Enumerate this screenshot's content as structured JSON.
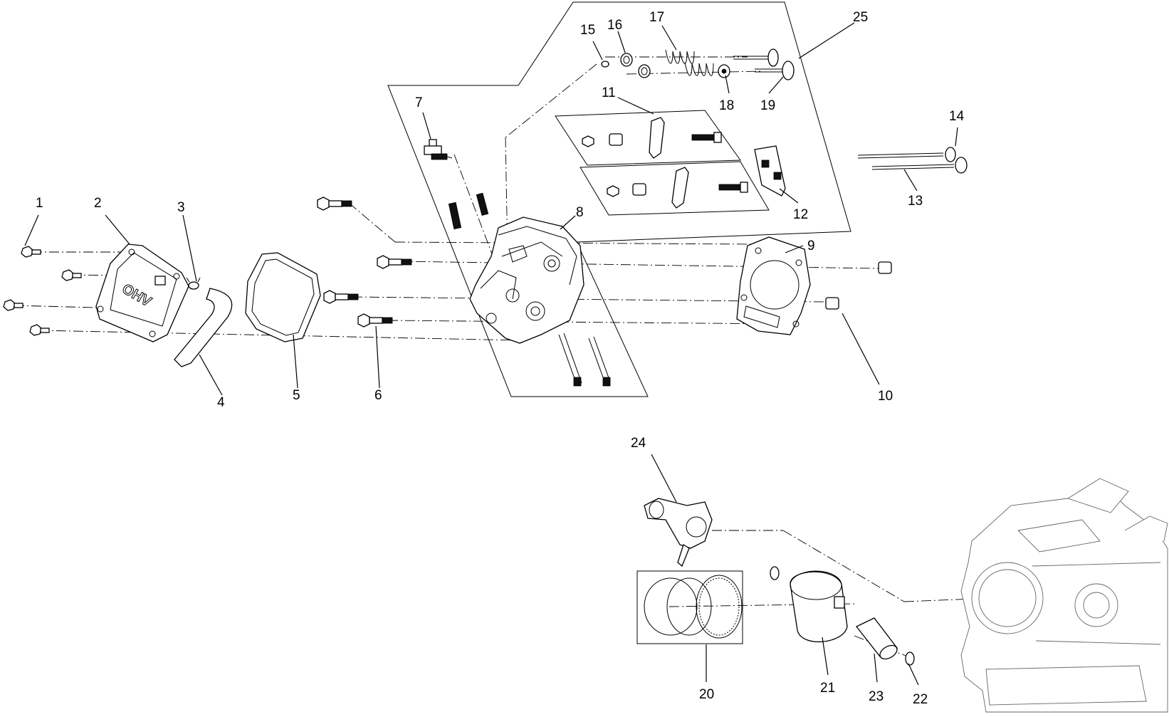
{
  "callouts": [
    {
      "id": "c1",
      "label": "1"
    },
    {
      "id": "c2",
      "label": "2"
    },
    {
      "id": "c3",
      "label": "3"
    },
    {
      "id": "c4",
      "label": "4"
    },
    {
      "id": "c5",
      "label": "5"
    },
    {
      "id": "c6",
      "label": "6"
    },
    {
      "id": "c7",
      "label": "7"
    },
    {
      "id": "c8",
      "label": "8"
    },
    {
      "id": "c9",
      "label": "9"
    },
    {
      "id": "c10",
      "label": "10"
    },
    {
      "id": "c11",
      "label": "11"
    },
    {
      "id": "c12",
      "label": "12"
    },
    {
      "id": "c13",
      "label": "13"
    },
    {
      "id": "c14",
      "label": "14"
    },
    {
      "id": "c15",
      "label": "15"
    },
    {
      "id": "c16",
      "label": "16"
    },
    {
      "id": "c17",
      "label": "17"
    },
    {
      "id": "c18",
      "label": "18"
    },
    {
      "id": "c19",
      "label": "19"
    },
    {
      "id": "c20",
      "label": "20"
    },
    {
      "id": "c21",
      "label": "21"
    },
    {
      "id": "c22",
      "label": "22"
    },
    {
      "id": "c23",
      "label": "23"
    },
    {
      "id": "c24",
      "label": "24"
    },
    {
      "id": "c25",
      "label": "25"
    }
  ],
  "cover_embossing": "OHV"
}
